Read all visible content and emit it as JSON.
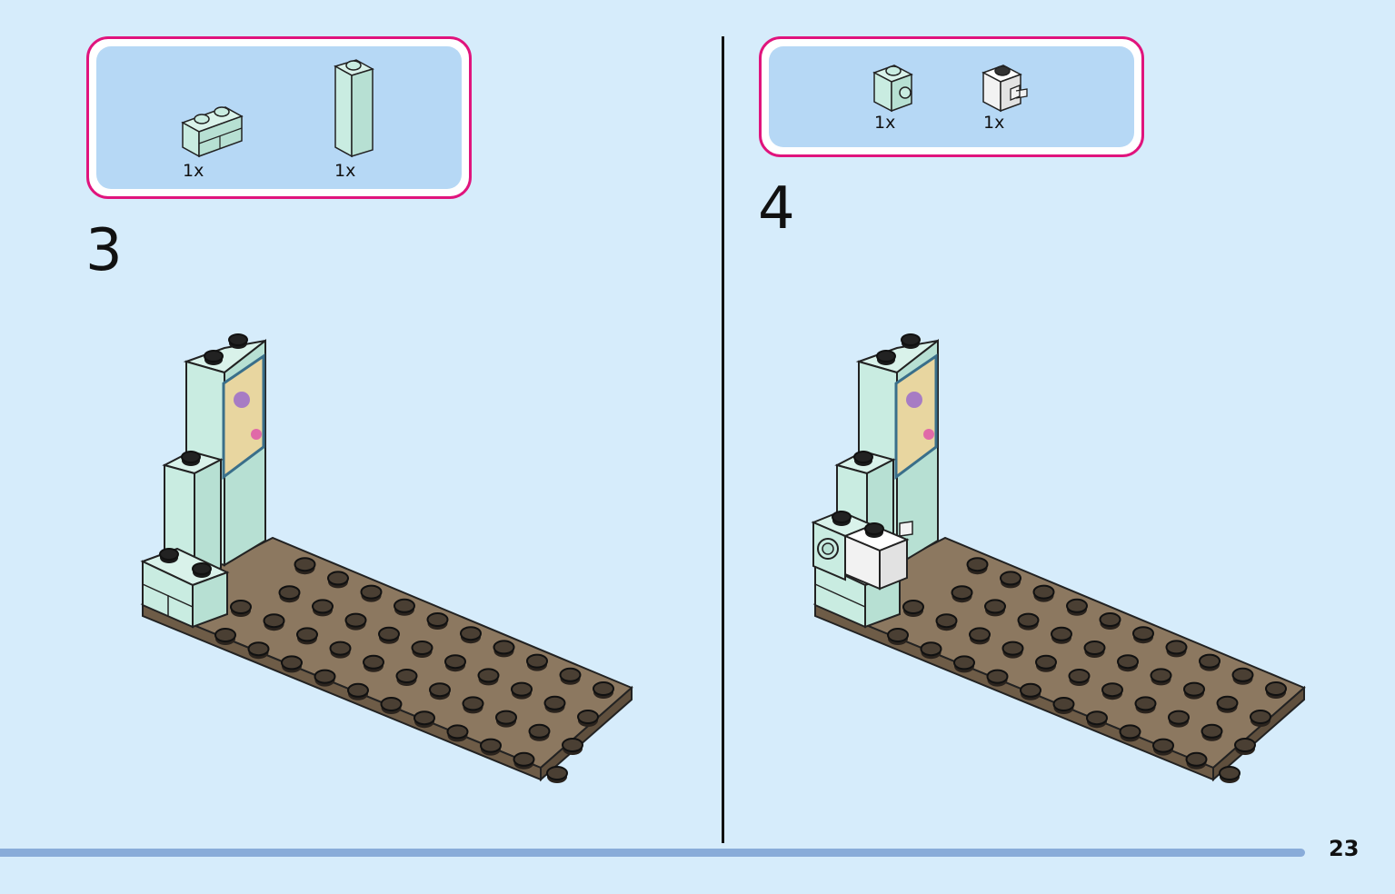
{
  "steps": [
    {
      "number": "3",
      "parts": [
        {
          "qty": "1x",
          "icon": "brick-1x2-masonry-icon"
        },
        {
          "qty": "1x",
          "icon": "brick-1x1x3-column-icon"
        }
      ]
    },
    {
      "number": "4",
      "parts": [
        {
          "qty": "1x",
          "icon": "brick-1x1-side-stud-icon"
        },
        {
          "qty": "1x",
          "icon": "brick-1x1-clip-icon"
        }
      ]
    }
  ],
  "page_number": "23",
  "colors": {
    "background": "#d6ecfb",
    "parts_border": "#e0147d",
    "parts_fill": "#b6d8f5",
    "brick_mint": "#c9ece1",
    "brick_white": "#f2f2f2",
    "plate_brown": "#8c7860",
    "bar": "#89acd9"
  }
}
